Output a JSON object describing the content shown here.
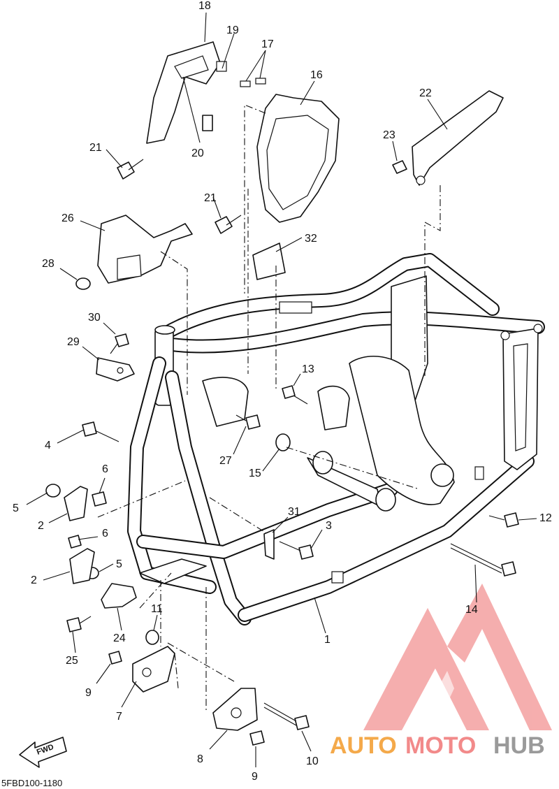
{
  "diagram": {
    "type": "exploded parts diagram",
    "drawing_code": "5FBD100-1180",
    "direction_label": "FWD",
    "callouts": [
      {
        "id": "c18a",
        "label": "18"
      },
      {
        "id": "c19",
        "label": "19"
      },
      {
        "id": "c17",
        "label": "17"
      },
      {
        "id": "c16",
        "label": "16"
      },
      {
        "id": "c22",
        "label": "22"
      },
      {
        "id": "c21a",
        "label": "21"
      },
      {
        "id": "c20",
        "label": "20"
      },
      {
        "id": "c23",
        "label": "23"
      },
      {
        "id": "c21b",
        "label": "21"
      },
      {
        "id": "c26",
        "label": "26"
      },
      {
        "id": "c32",
        "label": "32"
      },
      {
        "id": "c28",
        "label": "28"
      },
      {
        "id": "c30",
        "label": "30"
      },
      {
        "id": "c29",
        "label": "29"
      },
      {
        "id": "c13",
        "label": "13"
      },
      {
        "id": "c4",
        "label": "4"
      },
      {
        "id": "c27",
        "label": "27"
      },
      {
        "id": "c15",
        "label": "15"
      },
      {
        "id": "c6a",
        "label": "6"
      },
      {
        "id": "c5a",
        "label": "5"
      },
      {
        "id": "c2a",
        "label": "2"
      },
      {
        "id": "c31",
        "label": "31"
      },
      {
        "id": "c3",
        "label": "3"
      },
      {
        "id": "c12",
        "label": "12"
      },
      {
        "id": "c6b",
        "label": "6"
      },
      {
        "id": "c5b",
        "label": "5"
      },
      {
        "id": "c2b",
        "label": "2"
      },
      {
        "id": "c14",
        "label": "14"
      },
      {
        "id": "c11",
        "label": "11"
      },
      {
        "id": "c1",
        "label": "1"
      },
      {
        "id": "c24",
        "label": "24"
      },
      {
        "id": "c25",
        "label": "25"
      },
      {
        "id": "c9a",
        "label": "9"
      },
      {
        "id": "c7",
        "label": "7"
      },
      {
        "id": "c8",
        "label": "8"
      },
      {
        "id": "c10",
        "label": "10"
      },
      {
        "id": "c9b",
        "label": "9"
      }
    ]
  },
  "watermark": {
    "text_auto": "AUTO",
    "text_moto": "MOTO",
    "text_hub": "HUB",
    "colors": {
      "auto": "#f4a94a",
      "moto": "#f28a8a",
      "hub": "#9a9a9a",
      "logo": "#f28a8a"
    }
  }
}
